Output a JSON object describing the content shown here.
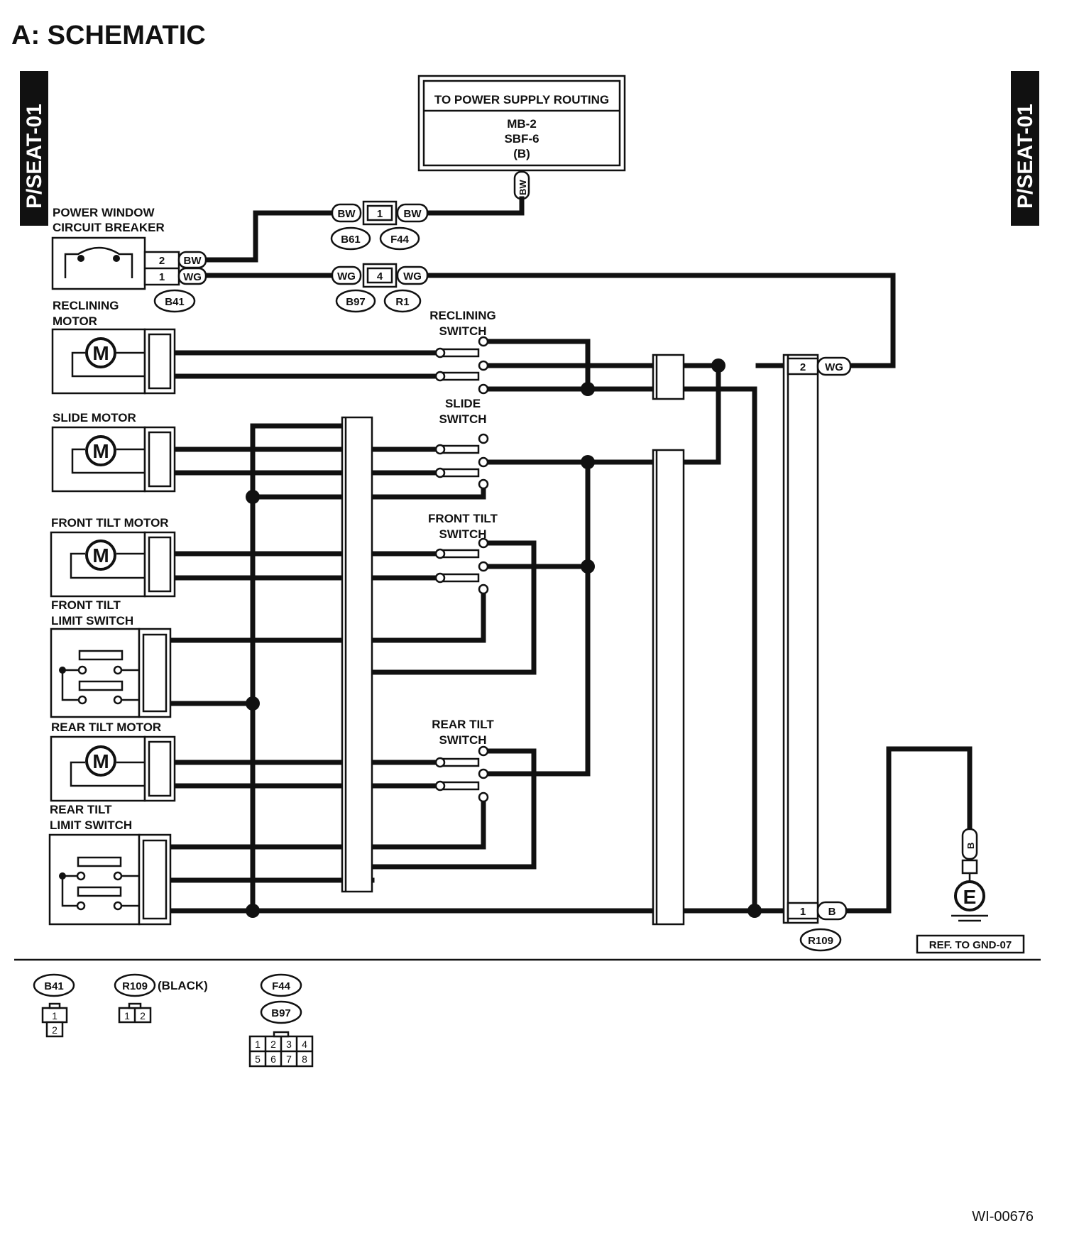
{
  "page": {
    "heading": "A:  SCHEMATIC",
    "figure_code": "WI-00676",
    "side_tab_left": "P/SEAT-01",
    "side_tab_right": "P/SEAT-01"
  },
  "power_supply": {
    "title": "TO POWER SUPPLY ROUTING",
    "lines": [
      "MB-2",
      "SBF-6",
      "(B)"
    ],
    "wire": "BW"
  },
  "breaker": {
    "label_1": "POWER WINDOW",
    "label_2": "CIRCUIT BREAKER",
    "connector": "B41",
    "pins": [
      {
        "num": "2",
        "wire": "BW"
      },
      {
        "num": "1",
        "wire": "WG"
      }
    ]
  },
  "joints": [
    {
      "pin": "1",
      "left_wire": "BW",
      "right_wire": "BW",
      "connectors": [
        "B61",
        "F44"
      ]
    },
    {
      "pin": "4",
      "left_wire": "WG",
      "right_wire": "WG",
      "connectors": [
        "B97",
        "R1"
      ]
    }
  ],
  "components": {
    "reclining_motor": [
      "RECLINING",
      "MOTOR"
    ],
    "slide_motor": "SLIDE MOTOR",
    "front_tilt_motor": "FRONT TILT MOTOR",
    "front_tilt_limit": [
      "FRONT TILT",
      "LIMIT SWITCH"
    ],
    "rear_tilt_motor": "REAR TILT MOTOR",
    "rear_tilt_limit": [
      "REAR TILT",
      "LIMIT SWITCH"
    ],
    "motor_symbol": "M"
  },
  "switches": {
    "reclining": [
      "RECLINING",
      "SWITCH"
    ],
    "slide": [
      "SLIDE",
      "SWITCH"
    ],
    "front_tilt": [
      "FRONT TILT",
      "SWITCH"
    ],
    "rear_tilt": [
      "REAR TILT",
      "SWITCH"
    ]
  },
  "r109": {
    "connector": "R109",
    "pin_top": "2",
    "wire_top": "WG",
    "pin_bottom": "1",
    "wire_bottom": "B"
  },
  "ground": {
    "wire": "B",
    "symbol": "E",
    "ref": "REF. TO GND-07"
  },
  "legend": {
    "b41": {
      "name": "B41",
      "pins": [
        "1",
        "2"
      ]
    },
    "r109": {
      "name": "R109",
      "note": "(BLACK)",
      "pins": [
        "1",
        "2"
      ]
    },
    "f44_b97": {
      "names": [
        "F44",
        "B97"
      ],
      "pins_top": [
        "1",
        "2",
        "3",
        "4"
      ],
      "pins_bottom": [
        "5",
        "6",
        "7",
        "8"
      ]
    }
  }
}
